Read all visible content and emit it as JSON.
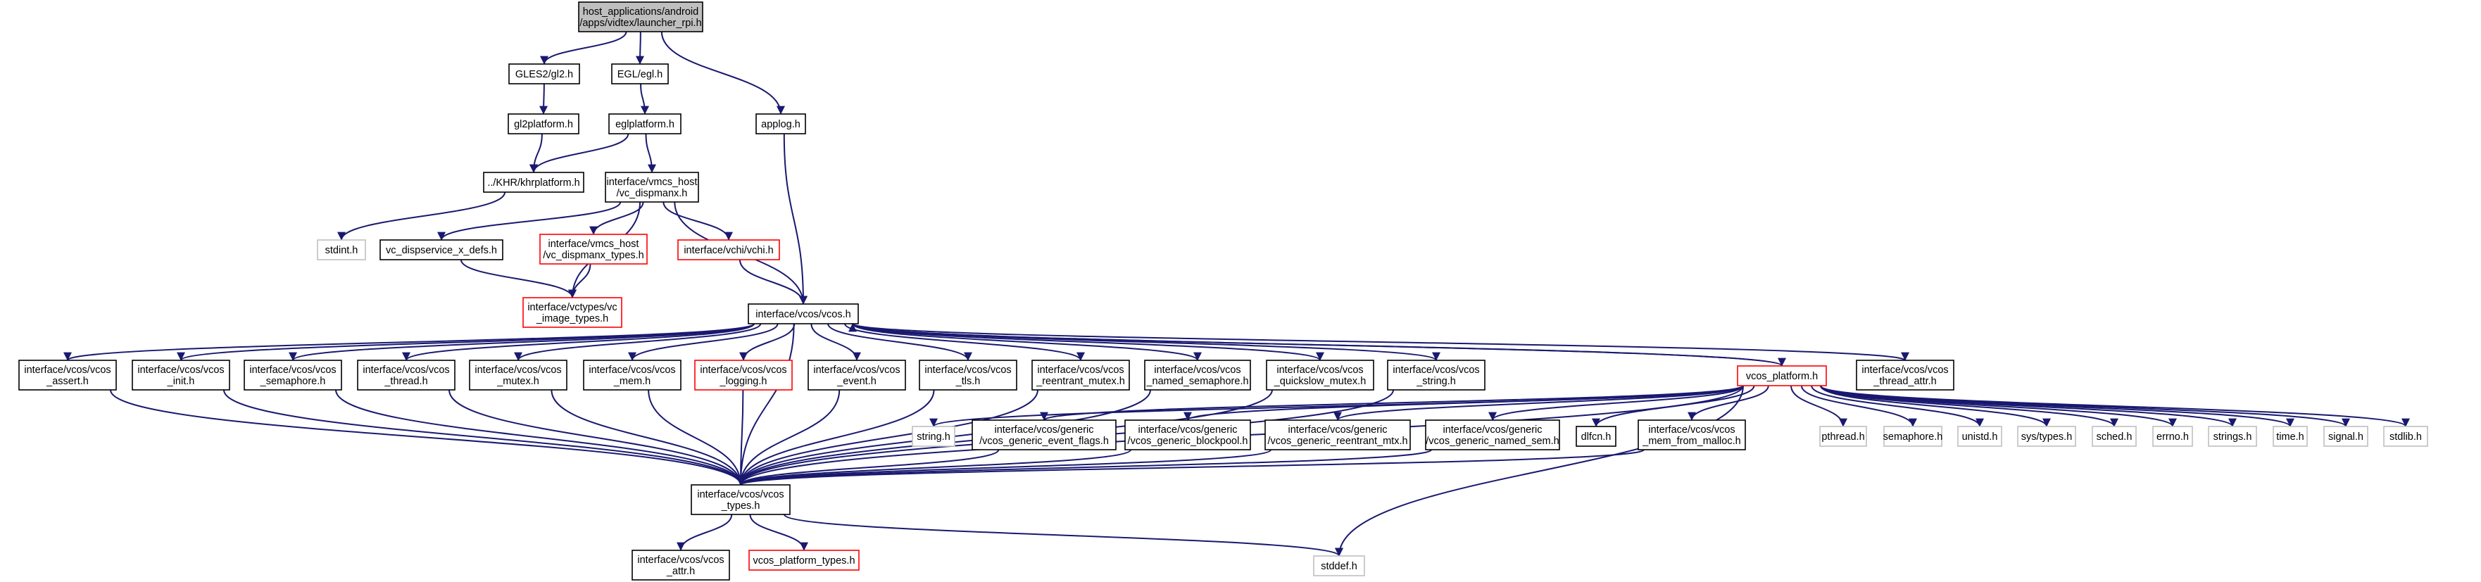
{
  "colors": {
    "focus_fill": "#bfbfbf",
    "normal_border": "#000000",
    "undocumented_border": "#ff0000",
    "external_border": "#bfbfbf",
    "edge": "#191970",
    "text": "#000000"
  },
  "nodes": [
    {
      "id": "launcher",
      "lines": [
        "host_applications/android",
        "/apps/vidtex/launcher_rpi.h"
      ],
      "style": "focus"
    },
    {
      "id": "gles2",
      "lines": [
        "GLES2/gl2.h"
      ],
      "style": "normal"
    },
    {
      "id": "egl",
      "lines": [
        "EGL/egl.h"
      ],
      "style": "normal"
    },
    {
      "id": "applog",
      "lines": [
        "applog.h"
      ],
      "style": "normal"
    },
    {
      "id": "gl2platform",
      "lines": [
        "gl2platform.h"
      ],
      "style": "normal"
    },
    {
      "id": "eglplatform",
      "lines": [
        "eglplatform.h"
      ],
      "style": "normal"
    },
    {
      "id": "khrplatform",
      "lines": [
        "../KHR/khrplatform.h"
      ],
      "style": "normal"
    },
    {
      "id": "vcdispmanx",
      "lines": [
        "interface/vmcs_host",
        "/vc_dispmanx.h"
      ],
      "style": "normal"
    },
    {
      "id": "stdint",
      "lines": [
        "stdint.h"
      ],
      "style": "external"
    },
    {
      "id": "dispservice",
      "lines": [
        "vc_dispservice_x_defs.h"
      ],
      "style": "normal"
    },
    {
      "id": "dispmanxtypes",
      "lines": [
        "interface/vmcs_host",
        "/vc_dispmanx_types.h"
      ],
      "style": "undocumented"
    },
    {
      "id": "vchi",
      "lines": [
        "interface/vchi/vchi.h"
      ],
      "style": "undocumented"
    },
    {
      "id": "imagetypes",
      "lines": [
        "interface/vctypes/vc",
        "_image_types.h"
      ],
      "style": "undocumented"
    },
    {
      "id": "vcos",
      "lines": [
        "interface/vcos/vcos.h"
      ],
      "style": "normal"
    },
    {
      "id": "assert",
      "lines": [
        "interface/vcos/vcos",
        "_assert.h"
      ],
      "style": "normal"
    },
    {
      "id": "init",
      "lines": [
        "interface/vcos/vcos",
        "_init.h"
      ],
      "style": "normal"
    },
    {
      "id": "semaphore",
      "lines": [
        "interface/vcos/vcos",
        "_semaphore.h"
      ],
      "style": "normal"
    },
    {
      "id": "thread",
      "lines": [
        "interface/vcos/vcos",
        "_thread.h"
      ],
      "style": "normal"
    },
    {
      "id": "mutex",
      "lines": [
        "interface/vcos/vcos",
        "_mutex.h"
      ],
      "style": "normal"
    },
    {
      "id": "mem",
      "lines": [
        "interface/vcos/vcos",
        "_mem.h"
      ],
      "style": "normal"
    },
    {
      "id": "logging",
      "lines": [
        "interface/vcos/vcos",
        "_logging.h"
      ],
      "style": "undocumented"
    },
    {
      "id": "event",
      "lines": [
        "interface/vcos/vcos",
        "_event.h"
      ],
      "style": "normal"
    },
    {
      "id": "tls",
      "lines": [
        "interface/vcos/vcos",
        "_tls.h"
      ],
      "style": "normal"
    },
    {
      "id": "reentrant",
      "lines": [
        "interface/vcos/vcos",
        "_reentrant_mutex.h"
      ],
      "style": "normal"
    },
    {
      "id": "namedsem",
      "lines": [
        "interface/vcos/vcos",
        "_named_semaphore.h"
      ],
      "style": "normal"
    },
    {
      "id": "quickslow",
      "lines": [
        "interface/vcos/vcos",
        "_quickslow_mutex.h"
      ],
      "style": "normal"
    },
    {
      "id": "string_vcos",
      "lines": [
        "interface/vcos/vcos",
        "_string.h"
      ],
      "style": "normal"
    },
    {
      "id": "platform",
      "lines": [
        "vcos_platform.h"
      ],
      "style": "undocumented"
    },
    {
      "id": "threadattr",
      "lines": [
        "interface/vcos/vcos",
        "_thread_attr.h"
      ],
      "style": "normal"
    },
    {
      "id": "stringh",
      "lines": [
        "string.h"
      ],
      "style": "external"
    },
    {
      "id": "gen_event",
      "lines": [
        "interface/vcos/generic",
        "/vcos_generic_event_flags.h"
      ],
      "style": "normal"
    },
    {
      "id": "gen_block",
      "lines": [
        "interface/vcos/generic",
        "/vcos_generic_blockpool.h"
      ],
      "style": "normal"
    },
    {
      "id": "gen_reent",
      "lines": [
        "interface/vcos/generic",
        "/vcos_generic_reentrant_mtx.h"
      ],
      "style": "normal"
    },
    {
      "id": "gen_named",
      "lines": [
        "interface/vcos/generic",
        "/vcos_generic_named_sem.h"
      ],
      "style": "normal"
    },
    {
      "id": "dlfcn",
      "lines": [
        "dlfcn.h"
      ],
      "style": "normal"
    },
    {
      "id": "malloc",
      "lines": [
        "interface/vcos/vcos",
        "_mem_from_malloc.h"
      ],
      "style": "normal"
    },
    {
      "id": "pthread",
      "lines": [
        "pthread.h"
      ],
      "style": "external"
    },
    {
      "id": "semaphoreh",
      "lines": [
        "semaphore.h"
      ],
      "style": "external"
    },
    {
      "id": "unistd",
      "lines": [
        "unistd.h"
      ],
      "style": "external"
    },
    {
      "id": "systypes",
      "lines": [
        "sys/types.h"
      ],
      "style": "external"
    },
    {
      "id": "sched",
      "lines": [
        "sched.h"
      ],
      "style": "external"
    },
    {
      "id": "errno",
      "lines": [
        "errno.h"
      ],
      "style": "external"
    },
    {
      "id": "strings",
      "lines": [
        "strings.h"
      ],
      "style": "external"
    },
    {
      "id": "time",
      "lines": [
        "time.h"
      ],
      "style": "external"
    },
    {
      "id": "signal",
      "lines": [
        "signal.h"
      ],
      "style": "external"
    },
    {
      "id": "stdlib",
      "lines": [
        "stdlib.h"
      ],
      "style": "external"
    },
    {
      "id": "types",
      "lines": [
        "interface/vcos/vcos",
        "_types.h"
      ],
      "style": "normal"
    },
    {
      "id": "attr",
      "lines": [
        "interface/vcos/vcos",
        "_attr.h"
      ],
      "style": "normal"
    },
    {
      "id": "ptypes",
      "lines": [
        "vcos_platform_types.h"
      ],
      "style": "undocumented"
    },
    {
      "id": "stddef",
      "lines": [
        "stddef.h"
      ],
      "style": "external"
    }
  ],
  "edges": [
    [
      "launcher",
      "gles2"
    ],
    [
      "launcher",
      "egl"
    ],
    [
      "launcher",
      "applog"
    ],
    [
      "gles2",
      "gl2platform"
    ],
    [
      "gl2platform",
      "khrplatform"
    ],
    [
      "egl",
      "eglplatform"
    ],
    [
      "eglplatform",
      "khrplatform"
    ],
    [
      "eglplatform",
      "vcdispmanx"
    ],
    [
      "khrplatform",
      "stdint"
    ],
    [
      "vcdispmanx",
      "dispservice"
    ],
    [
      "vcdispmanx",
      "dispmanxtypes"
    ],
    [
      "vcdispmanx",
      "imagetypes"
    ],
    [
      "vcdispmanx",
      "vchi"
    ],
    [
      "vcdispmanx",
      "vcos"
    ],
    [
      "dispservice",
      "imagetypes"
    ],
    [
      "dispmanxtypes",
      "imagetypes"
    ],
    [
      "vchi",
      "vcos"
    ],
    [
      "applog",
      "vcos"
    ],
    [
      "vcos",
      "types"
    ],
    [
      "vcos",
      "assert"
    ],
    [
      "vcos",
      "init"
    ],
    [
      "vcos",
      "semaphore"
    ],
    [
      "vcos",
      "thread"
    ],
    [
      "vcos",
      "mutex"
    ],
    [
      "vcos",
      "mem"
    ],
    [
      "vcos",
      "logging"
    ],
    [
      "vcos",
      "event"
    ],
    [
      "vcos",
      "tls"
    ],
    [
      "vcos",
      "reentrant"
    ],
    [
      "vcos",
      "namedsem"
    ],
    [
      "vcos",
      "quickslow"
    ],
    [
      "vcos",
      "string_vcos"
    ],
    [
      "vcos",
      "platform"
    ],
    [
      "vcos",
      "threadattr"
    ],
    [
      "assert",
      "types"
    ],
    [
      "init",
      "types"
    ],
    [
      "semaphore",
      "types"
    ],
    [
      "thread",
      "types"
    ],
    [
      "mutex",
      "types"
    ],
    [
      "mem",
      "types"
    ],
    [
      "logging",
      "types"
    ],
    [
      "event",
      "types"
    ],
    [
      "tls",
      "types"
    ],
    [
      "reentrant",
      "types"
    ],
    [
      "namedsem",
      "types"
    ],
    [
      "quickslow",
      "types"
    ],
    [
      "string_vcos",
      "types"
    ],
    [
      "platform",
      "vcos"
    ],
    [
      "platform",
      "types"
    ],
    [
      "platform",
      "stringh"
    ],
    [
      "platform",
      "gen_event"
    ],
    [
      "platform",
      "gen_block"
    ],
    [
      "platform",
      "gen_reent"
    ],
    [
      "platform",
      "gen_named"
    ],
    [
      "platform",
      "dlfcn"
    ],
    [
      "platform",
      "malloc"
    ],
    [
      "platform",
      "pthread"
    ],
    [
      "platform",
      "semaphoreh"
    ],
    [
      "platform",
      "unistd"
    ],
    [
      "platform",
      "systypes"
    ],
    [
      "platform",
      "sched"
    ],
    [
      "platform",
      "errno"
    ],
    [
      "platform",
      "strings"
    ],
    [
      "platform",
      "time"
    ],
    [
      "platform",
      "signal"
    ],
    [
      "platform",
      "stdlib"
    ],
    [
      "platform",
      "stddef"
    ],
    [
      "gen_event",
      "types"
    ],
    [
      "gen_block",
      "types"
    ],
    [
      "gen_reent",
      "types"
    ],
    [
      "gen_named",
      "types"
    ],
    [
      "malloc",
      "types"
    ],
    [
      "types",
      "attr"
    ],
    [
      "types",
      "ptypes"
    ],
    [
      "types",
      "stddef"
    ]
  ]
}
